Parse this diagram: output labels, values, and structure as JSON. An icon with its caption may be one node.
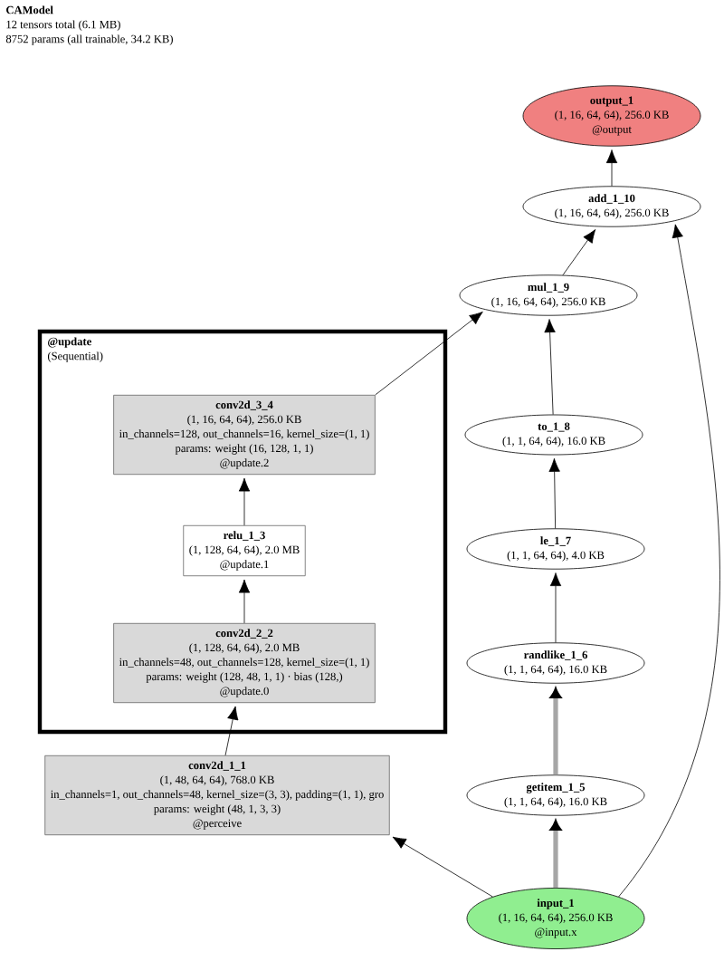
{
  "diagram": {
    "title": "CAModel",
    "nodes": [
      {
        "text": [
          "output_1",
          "(1, 16, 64, 64), 256.0 KB",
          "@output"
        ]
      },
      {
        "text": [
          "add_1_10",
          "(1, 16, 64, 64), 256.0 KB"
        ]
      },
      {
        "text": [
          "mul_1_9",
          "(1, 16, 64, 64), 256.0 KB"
        ]
      },
      {
        "text": [
          "@update",
          "(Sequential)"
        ]
      },
      {
        "text": [
          "conv2d_3_4",
          "(1, 16, 64, 64), 256.0 KB",
          "in_channels=128, out_channels=16, kernel_size=(1, 1)",
          "params: weight (16, 128, 1, 1)",
          "@update.2"
        ],
        "in": 3
      },
      {
        "text": [
          "to_1_8",
          "(1, 1, 64, 64), 16.0 KB"
        ]
      },
      {
        "text": [
          "relu_1_3",
          "(1, 128, 64, 64), 2.0 MB",
          "@update.1"
        ],
        "in": 3
      },
      {
        "text": [
          "le_1_7",
          "(1, 1, 64, 64), 4.0 KB"
        ]
      },
      {
        "text": [
          "randlike_1_6",
          "(1, 1, 64, 64), 16.0 KB"
        ]
      },
      {
        "text": [
          "conv2d_2_2",
          "(1, 128, 64, 64), 2.0 MB",
          "in_channels=48, out_channels=128, kernel_size=(1, 1)",
          "params: weight (128, 48, 1, 1) · bias (128,)",
          "@update.0"
        ],
        "in": 3
      },
      {
        "text": [
          "conv2d_1_1",
          "(1, 48, 64, 64), 768.0 KB",
          "in_channels=1, out_channels=48, kernel_size=(3, 3), padding=(1, 1), gro",
          "params: weight (48, 1, 3, 3)",
          "@perceive"
        ]
      },
      {
        "text": [
          "getitem_1_5",
          "(1, 1, 64, 64), 16.0 KB"
        ]
      },
      {
        "text": [
          "input_1",
          "(1, 16, 64, 64), 256.0 KB",
          "@input.x"
        ]
      }
    ],
    "edges": [
      {
        "from": 12,
        "to": 10,
        "arrow": "to"
      },
      {
        "from": 12,
        "to": 11,
        "arrow": "to",
        "style": "thick",
        "color": "#a6a6a6"
      },
      {
        "from": 11,
        "to": 8,
        "arrow": "to",
        "style": "thick",
        "color": "#a6a6a6"
      },
      {
        "from": 8,
        "to": 7,
        "arrow": "to"
      },
      {
        "from": 7,
        "to": 5,
        "arrow": "to"
      },
      {
        "from": 5,
        "to": 2,
        "arrow": "to"
      },
      {
        "from": 10,
        "to": 9,
        "arrow": "to"
      },
      {
        "from": 9,
        "to": 6,
        "arrow": "to"
      },
      {
        "from": 6,
        "to": 4,
        "arrow": "to"
      },
      {
        "from": 4,
        "to": 2,
        "arrow": "to"
      },
      {
        "from": 2,
        "to": 1,
        "arrow": "to"
      },
      {
        "from": 12,
        "to": 1,
        "arrow": "to"
      },
      {
        "from": 1,
        "to": 0,
        "arrow": "to"
      }
    ],
    "labels": [
      "12 tensors total (6.1 MB)",
      "8752 params (all trainable, 34.2 KB)"
    ]
  }
}
